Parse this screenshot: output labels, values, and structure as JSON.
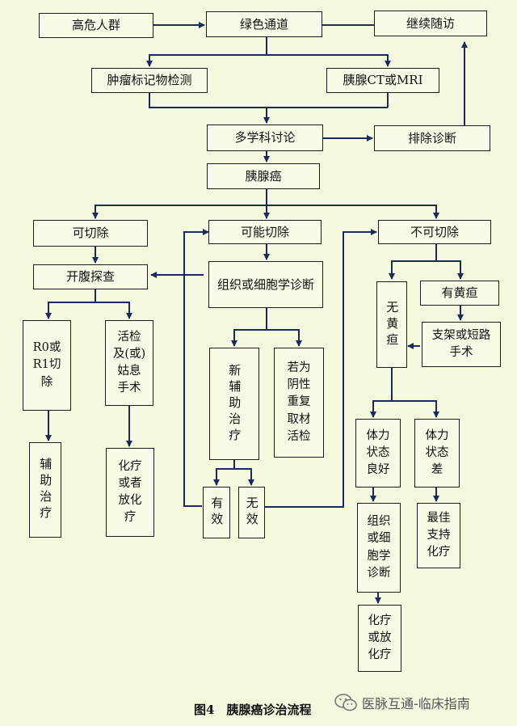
{
  "nodes": {
    "high_risk": "高危人群",
    "green_channel": "绿色通道",
    "follow_up": "继续随访",
    "tumor_markers": "肿瘤标记物检测",
    "ct_mri": "胰腺CT或MRI",
    "mdt": "多学科讨论",
    "exclude_diagnosis": "排除诊断",
    "pancreatic_cancer": "胰腺癌",
    "resectable": "可切除",
    "possibly_resectable": "可能切除",
    "unresectable": "不可切除",
    "laparotomy": "开腹探查",
    "histology_cytology": "组织或细胞学诊断",
    "no_jaundice": "无黄疸",
    "jaundice": "有黄疸",
    "stent_shortcut": "支架或短路\n手术",
    "r0_r1": "R0或\nR1切\n除",
    "biopsy_palliative": "活检\n及(或)\n姑息\n手术",
    "neoadjuvant": "新辅助治疗",
    "negative_repeat": "若为\n阴性\n重复\n取材\n活检",
    "good_ps": "体力\n状态\n良好",
    "poor_ps": "体力\n状态\n差",
    "adjuvant": "辅助治疗",
    "chemo_radio": "化疗\n或者\n放化\n疗",
    "effective": "有效",
    "ineffective": "无效",
    "histo_cyto_diag2": "组织\n或细\n胞学\n诊断",
    "best_support": "最佳\n支持\n化疗",
    "chemo_or_chemoradio": "化疗\n或放\n化疗"
  },
  "caption": "图4　胰腺癌诊治流程",
  "watermark": "医脉互通-临床指南"
}
